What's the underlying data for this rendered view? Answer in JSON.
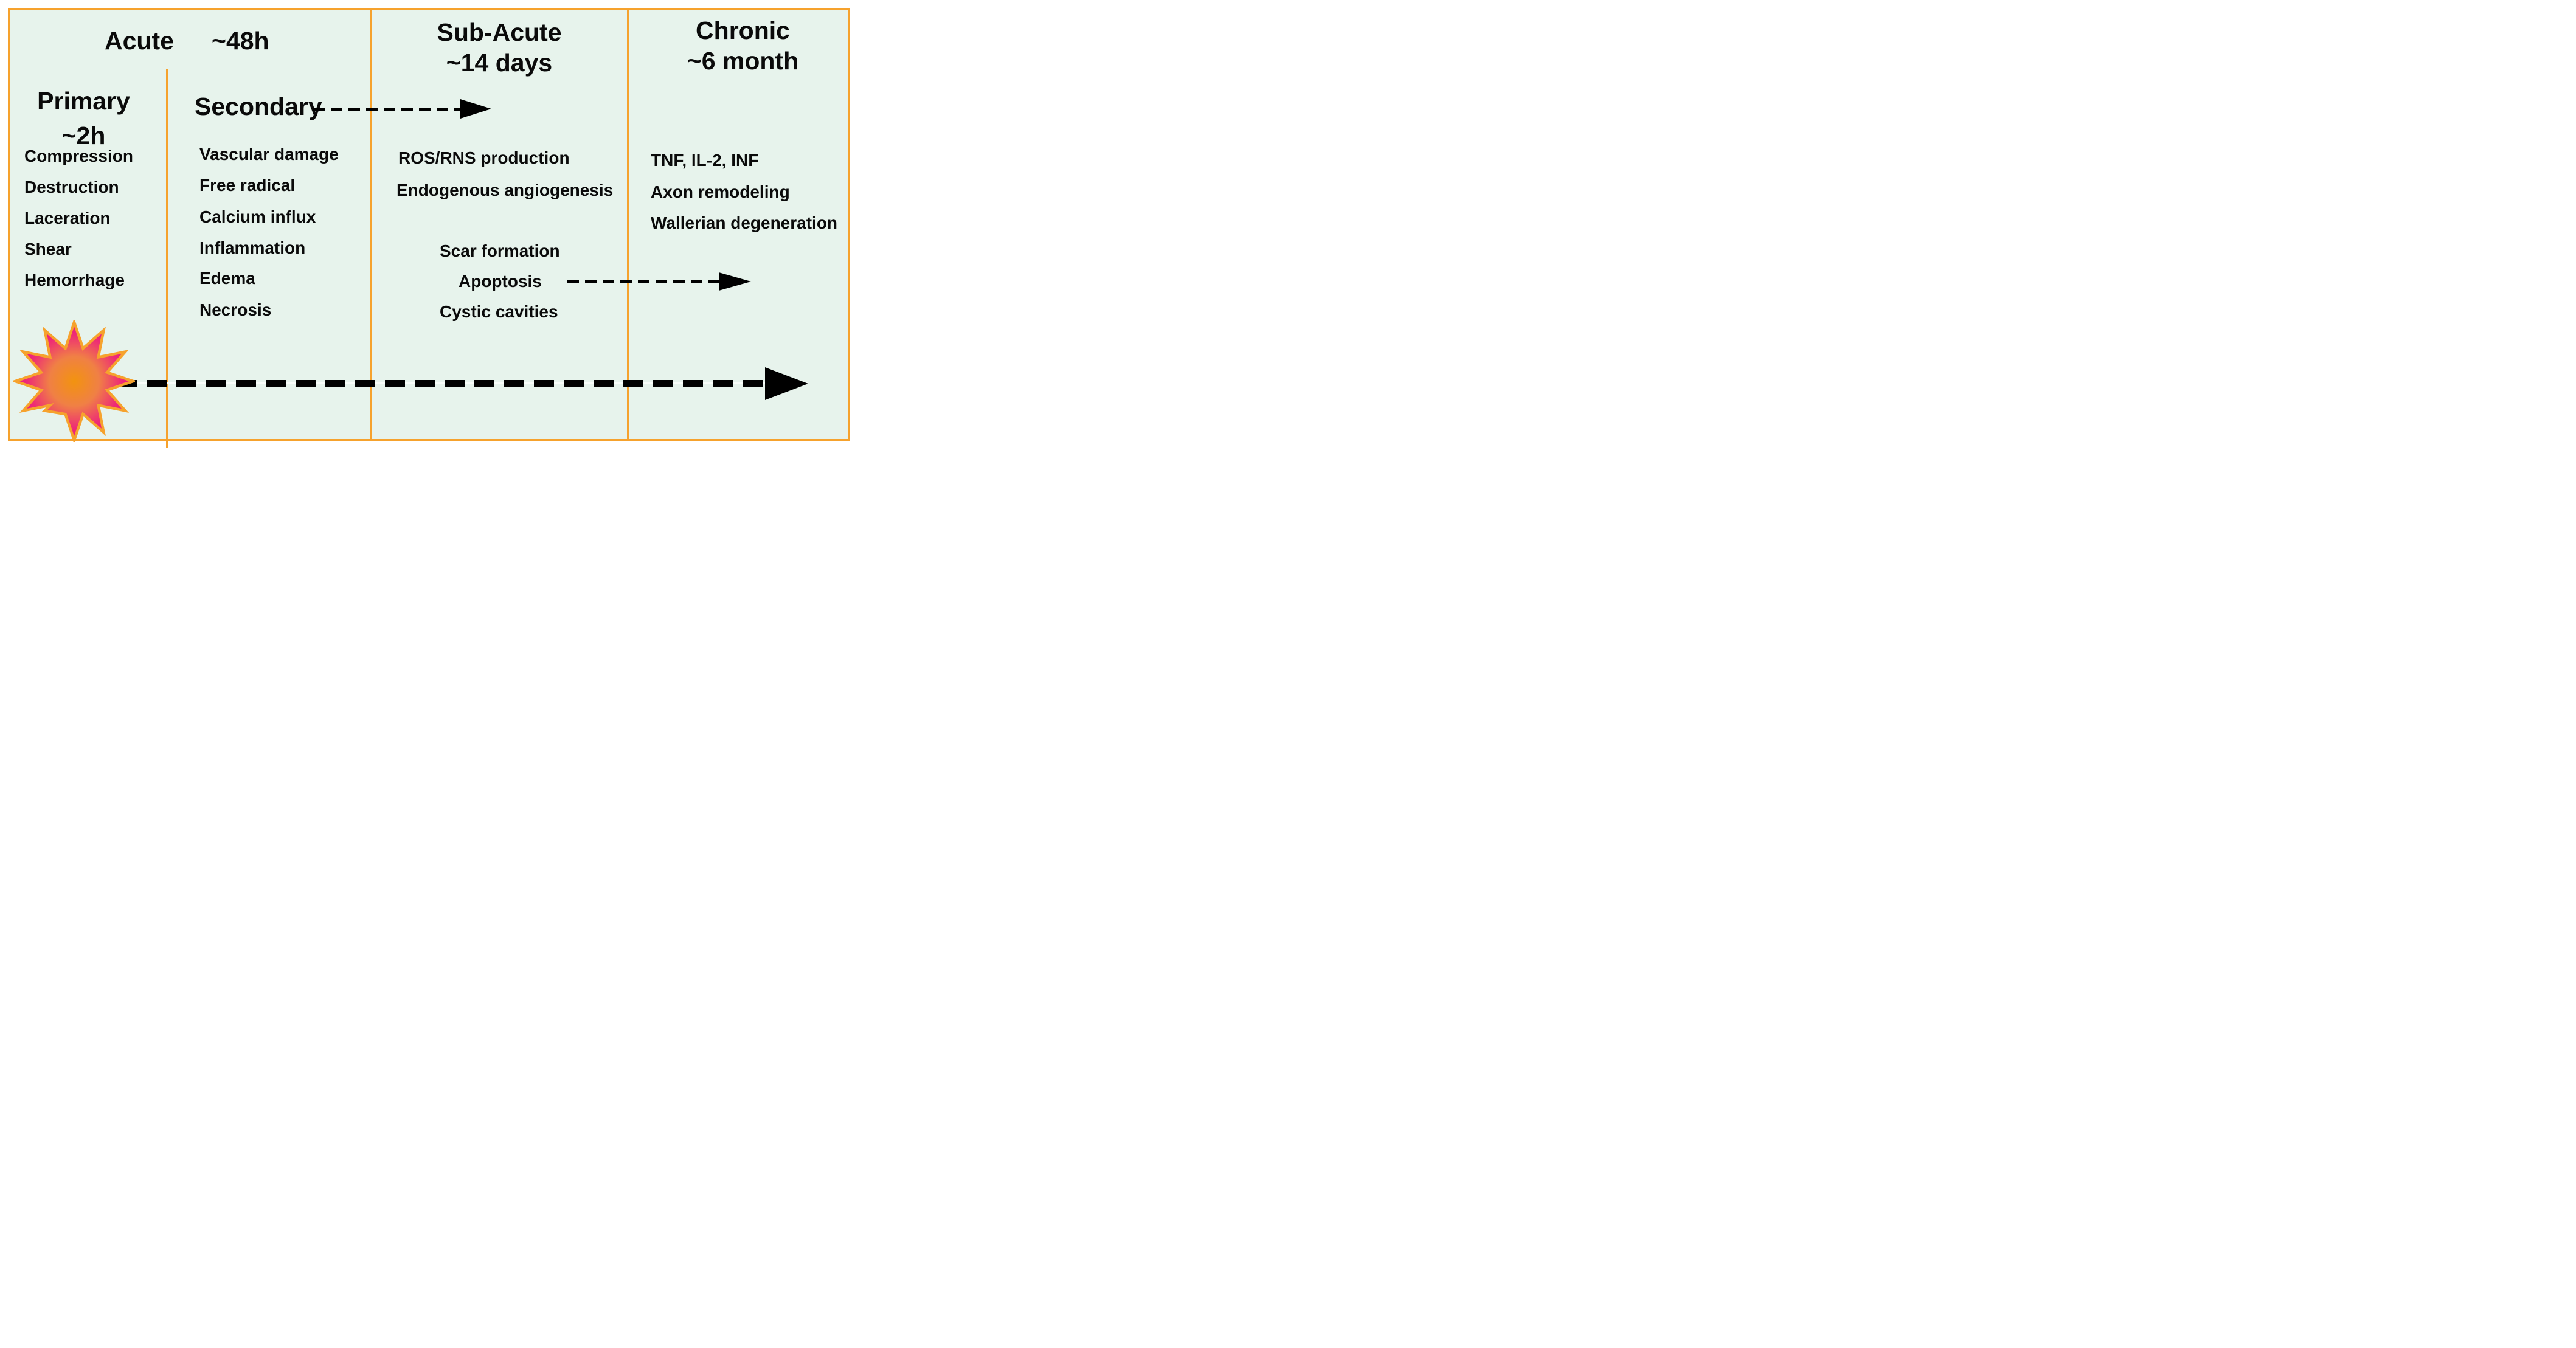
{
  "diagram": {
    "title_semantic": "injury-phase-timeline",
    "colors": {
      "panel_background": "#e7f3ec",
      "border_accent": "#f6a22d",
      "text": "#0a0a0a",
      "arrow": "#000000",
      "starburst_center": "#f2930f",
      "starburst_edge": "#eb0c8c"
    },
    "phases": [
      {
        "label": "Acute",
        "duration": "~48h"
      },
      {
        "label": "Sub-Acute",
        "duration": "~14 days"
      },
      {
        "label": "Chronic",
        "duration": "~6 month"
      }
    ],
    "acute": {
      "primary": {
        "title": "Primary",
        "duration": "~2h",
        "items": [
          "Compression",
          "Destruction",
          "Laceration",
          "Shear",
          "Hemorrhage"
        ]
      },
      "secondary": {
        "title": "Secondary",
        "items": [
          "Vascular damage",
          "Free radical",
          "Calcium influx",
          "Inflammation",
          "Edema",
          "Necrosis"
        ]
      }
    },
    "sub_acute": {
      "items_top": [
        "ROS/RNS production",
        "Endogenous angiogenesis"
      ],
      "items_bottom": [
        "Scar formation",
        "Apoptosis",
        "Cystic cavities"
      ]
    },
    "chronic": {
      "items": [
        "TNF, IL-2, INF",
        "Axon remodeling",
        "Wallerian degeneration"
      ]
    },
    "icons": {
      "explosion": "starburst-icon",
      "secondary_arrow": "dashed-right-arrow",
      "apoptosis_arrow": "dashed-right-arrow",
      "timeline_arrow": "bold-dashed-right-arrow"
    }
  }
}
